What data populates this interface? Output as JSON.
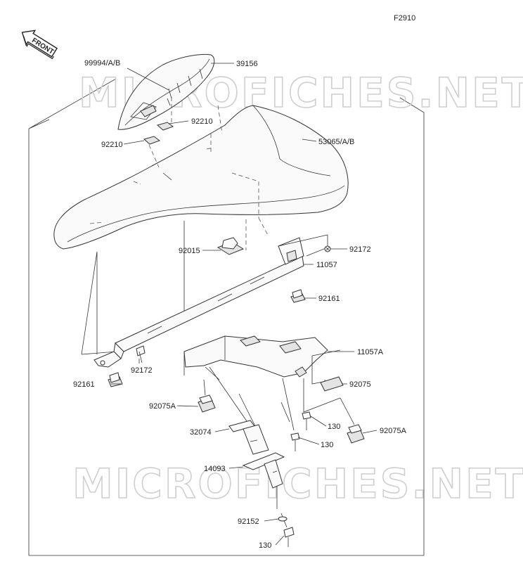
{
  "figure_code": "F2910",
  "front_label": "FRONT",
  "watermark": "MICROFICHES.NET",
  "labels": {
    "l_99994": "99994/A/B",
    "l_39156": "39156",
    "l_92210_a": "92210",
    "l_92210_b": "92210",
    "l_53065": "53065/A/B",
    "l_92015": "92015",
    "l_92172_a": "92172",
    "l_11057": "11057",
    "l_92161_a": "92161",
    "l_11057a": "11057A",
    "l_92172_b": "92172",
    "l_92161_b": "92161",
    "l_92075": "92075",
    "l_92075a_l": "92075A",
    "l_130_a": "130",
    "l_32074": "32074",
    "l_92075a_r": "92075A",
    "l_130_b": "130",
    "l_14093": "14093",
    "l_92152": "92152",
    "l_130_c": "130"
  }
}
